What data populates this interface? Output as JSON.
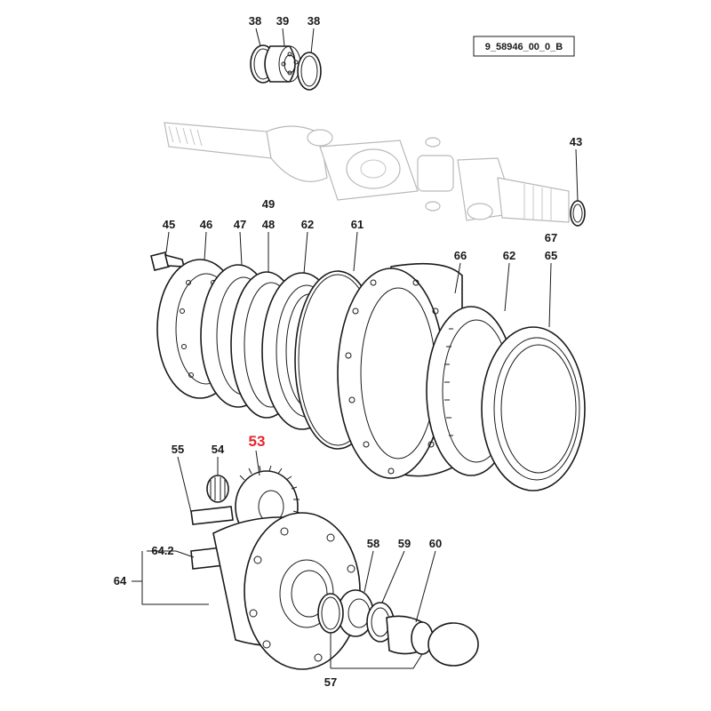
{
  "reference_code": "9_58946_00_0_B",
  "callouts": [
    {
      "id": "c38a",
      "text": "38"
    },
    {
      "id": "c39",
      "text": "39"
    },
    {
      "id": "c38b",
      "text": "38"
    },
    {
      "id": "c43",
      "text": "43"
    },
    {
      "id": "c49",
      "text": "49"
    },
    {
      "id": "c45",
      "text": "45"
    },
    {
      "id": "c46",
      "text": "46"
    },
    {
      "id": "c47",
      "text": "47"
    },
    {
      "id": "c48",
      "text": "48"
    },
    {
      "id": "c62a",
      "text": "62"
    },
    {
      "id": "c61",
      "text": "61"
    },
    {
      "id": "c67",
      "text": "67"
    },
    {
      "id": "c66",
      "text": "66"
    },
    {
      "id": "c62b",
      "text": "62"
    },
    {
      "id": "c65",
      "text": "65"
    },
    {
      "id": "c53",
      "text": "53"
    },
    {
      "id": "c55",
      "text": "55"
    },
    {
      "id": "c54",
      "text": "54"
    },
    {
      "id": "c642",
      "text": "64.2"
    },
    {
      "id": "c58",
      "text": "58"
    },
    {
      "id": "c59",
      "text": "59"
    },
    {
      "id": "c60",
      "text": "60"
    },
    {
      "id": "c64",
      "text": "64"
    },
    {
      "id": "c57",
      "text": "57"
    }
  ],
  "highlight_color": "#e8262d"
}
